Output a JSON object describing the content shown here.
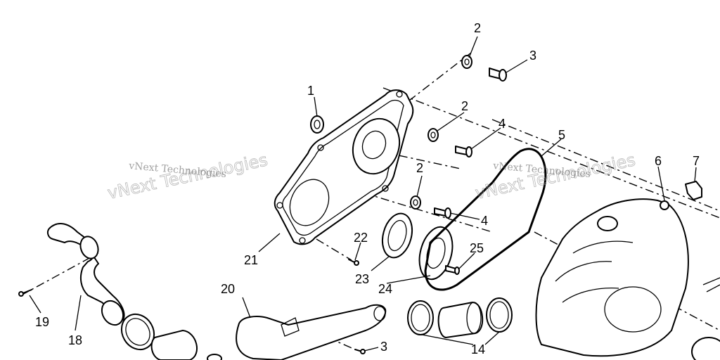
{
  "watermarks": [
    {
      "text": "vNext Technologies"
    },
    {
      "text": "vNext Technologies"
    }
  ],
  "callouts": {
    "c1": "1",
    "c2a": "2",
    "c2b": "2",
    "c2c": "2",
    "c3a": "3",
    "c3b": "3",
    "c4a": "4",
    "c4b": "4",
    "c5": "5",
    "c6": "6",
    "c7": "7",
    "c14": "14",
    "c18": "18",
    "c19": "19",
    "c20": "20",
    "c21": "21",
    "c22": "22",
    "c23": "23",
    "c24": "24",
    "c25": "25"
  }
}
